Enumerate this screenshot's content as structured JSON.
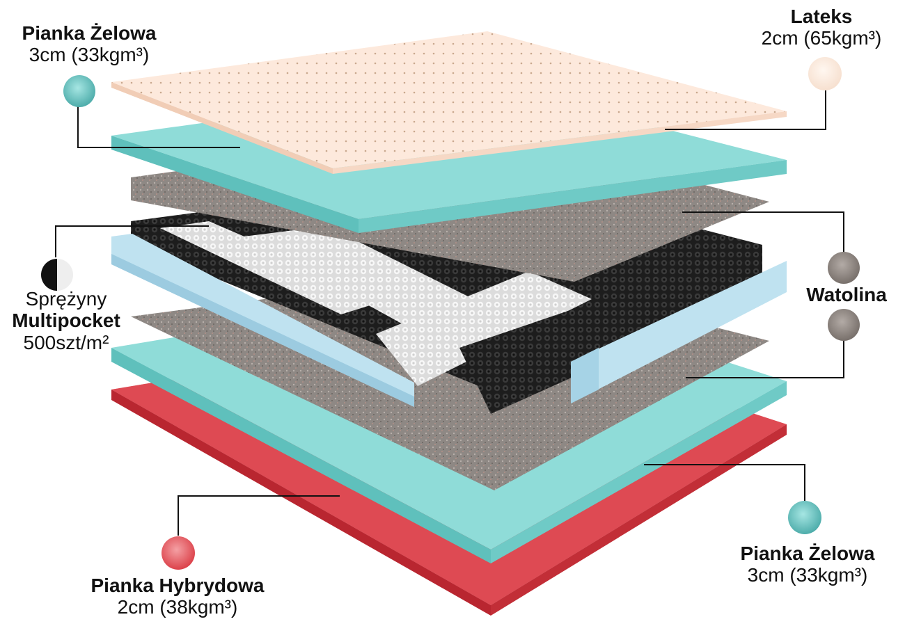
{
  "layers": {
    "gel_top": {
      "name": "Pianka Żelowa",
      "spec": "3cm (33kgm³)",
      "swatch_icon": "teal-foam-swatch-icon",
      "color": "#8fd9d6"
    },
    "latex": {
      "name": "Lateks",
      "spec": "2cm (65kgm³)",
      "swatch_icon": "latex-swatch-icon",
      "color": "#fbe9dd"
    },
    "springs": {
      "line1": "Sprężyny",
      "name": "Multipocket",
      "spec": "500szt/m²",
      "swatch_icon": "pocket-spring-swatch-icon"
    },
    "watolina": {
      "name": "Watolina",
      "swatch_icon": "felt-swatch-icon",
      "color": "#8c8580"
    },
    "gel_bottom": {
      "name": "Pianka Żelowa",
      "spec": "3cm (33kgm³)",
      "swatch_icon": "teal-foam-swatch-icon",
      "color": "#8fd9d6"
    },
    "hybrid": {
      "name": "Pianka Hybrydowa",
      "spec": "2cm (38kgm³)",
      "swatch_icon": "red-foam-swatch-icon",
      "color": "#e0474f"
    }
  },
  "colors": {
    "spring_black": "#1d1d1d",
    "spring_white": "#f2f2f2",
    "frame_blue": "#bfe2f0",
    "callout_line": "#111111"
  }
}
